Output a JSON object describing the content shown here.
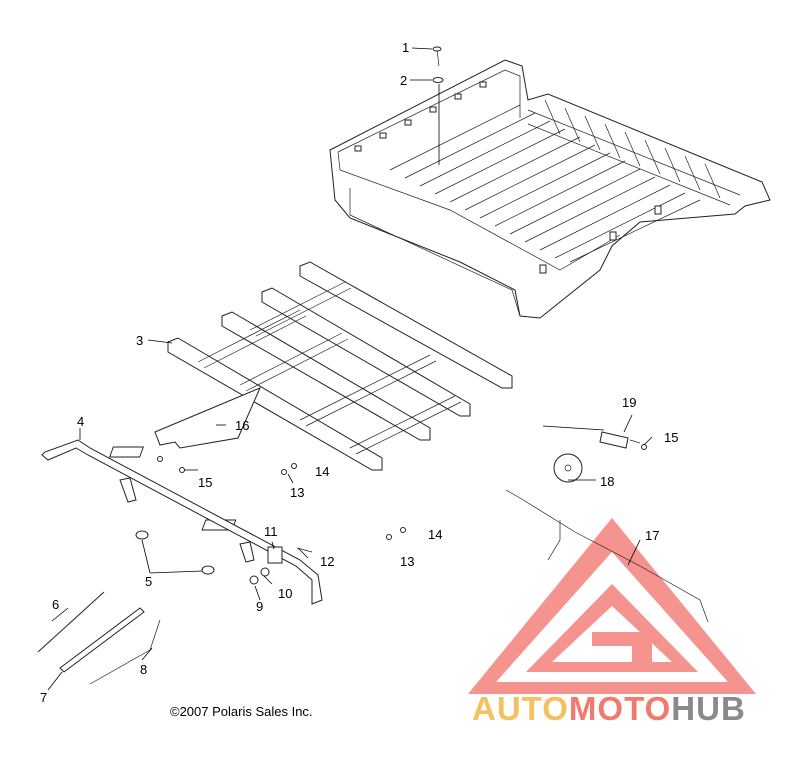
{
  "callouts": [
    "1",
    "2",
    "3",
    "4",
    "5",
    "6",
    "7",
    "8",
    "9",
    "10",
    "11",
    "12",
    "13",
    "14",
    "15",
    "16",
    "17",
    "18",
    "19",
    "13",
    "14",
    "15"
  ],
  "copyright": "©2007 Polaris Sales Inc.",
  "watermark": {
    "part1": "AUTO",
    "part2": "MOTO",
    "part3": "HUB",
    "colors": {
      "part1": "#f5c060",
      "part2": "#f07a6e",
      "part3": "#8a8a8a",
      "triangle": "#f26b63"
    }
  }
}
